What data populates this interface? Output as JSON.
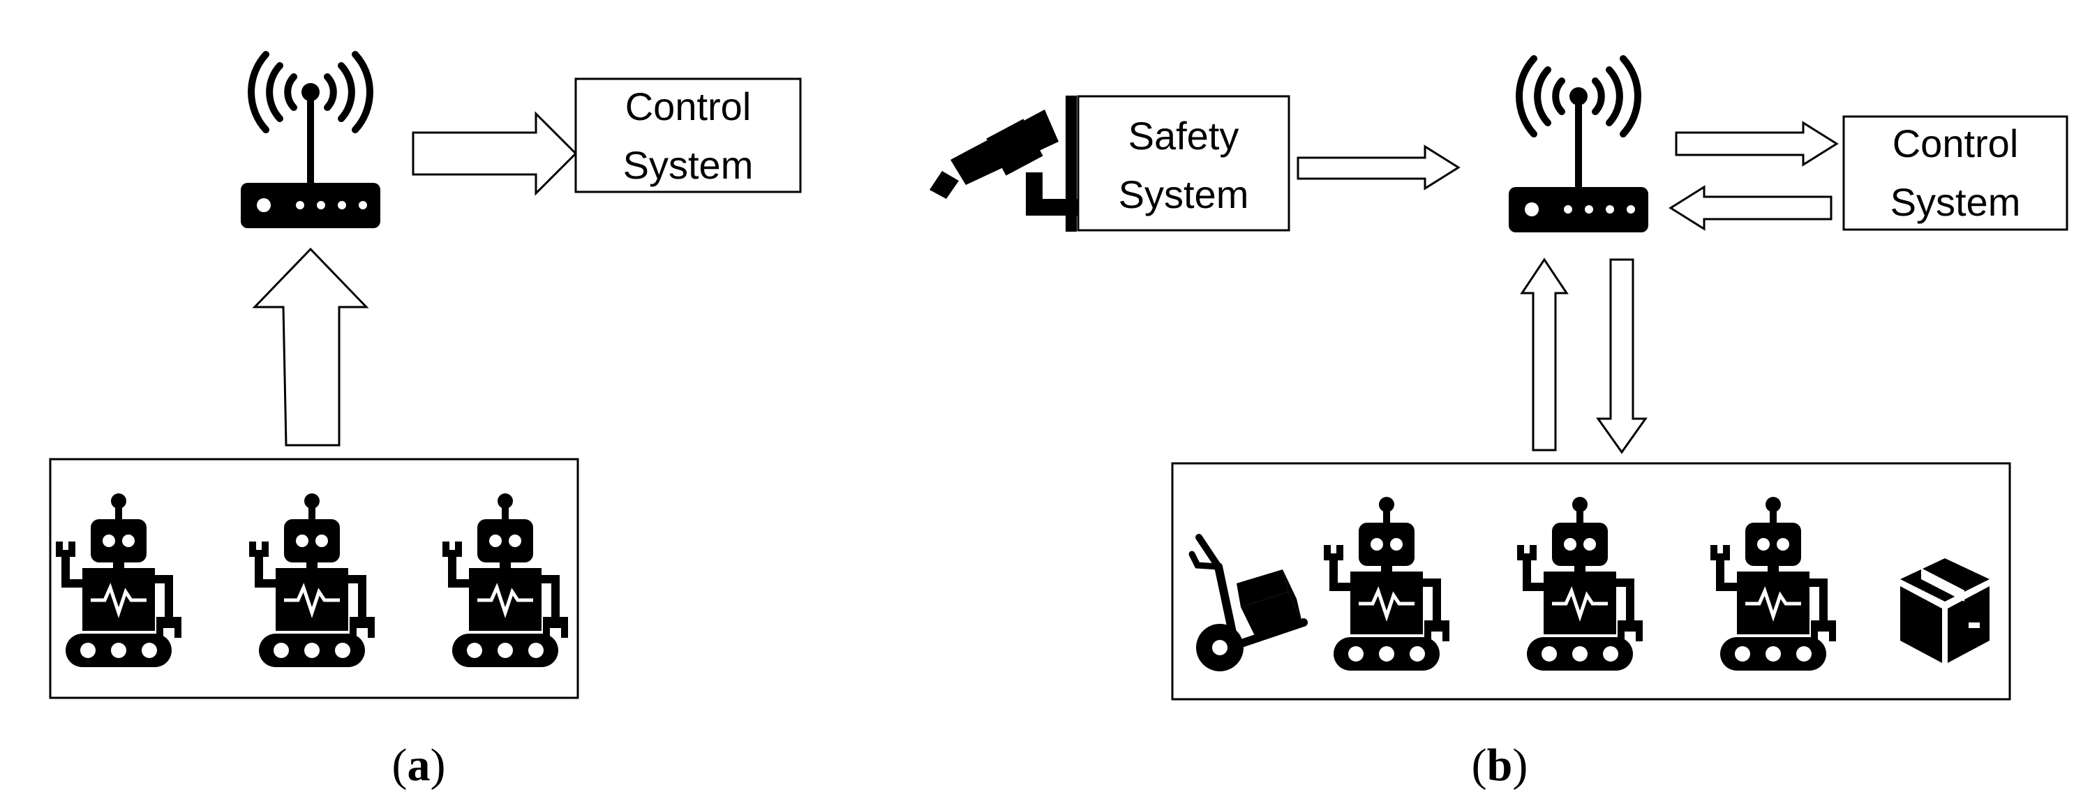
{
  "diagram_a": {
    "control_box": {
      "line1": "Control",
      "line2": "System"
    },
    "caption": {
      "open": "(",
      "letter": "a",
      "close": ")"
    }
  },
  "diagram_b": {
    "safety_box": {
      "line1": "Safety",
      "line2": "System"
    },
    "control_box": {
      "line1": "Control",
      "line2": "System"
    },
    "caption": {
      "open": "(",
      "letter": "b",
      "close": ")"
    }
  },
  "icons": {
    "router": "wifi-router-icon",
    "robot": "robot-icon",
    "camera": "security-camera-icon",
    "cart": "hand-truck-icon",
    "box": "package-box-icon"
  },
  "colors": {
    "ink": "#000000",
    "background": "#ffffff"
  }
}
